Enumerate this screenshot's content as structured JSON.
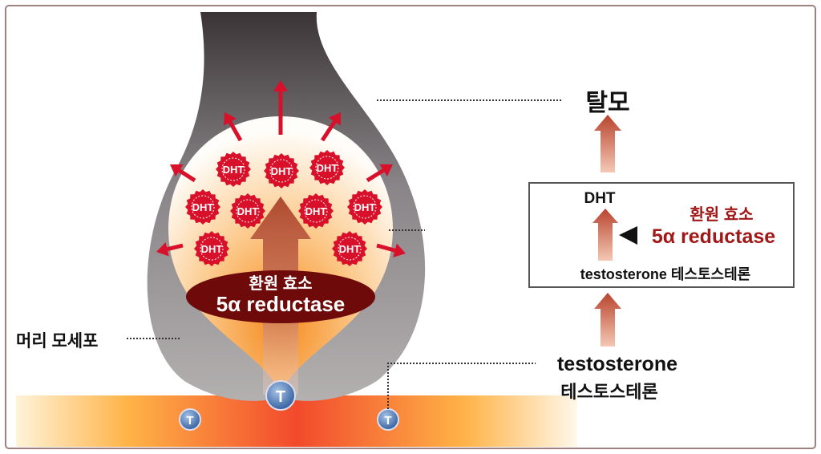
{
  "labels": {
    "hair_loss": "탈모",
    "scalp_cell": "머리 모세포",
    "enzyme_ko": "환원 효소",
    "enzyme_en": "5α reductase",
    "testosterone_en": "testosterone",
    "testosterone_ko": "테스토스테론",
    "dht": "DHT",
    "t_marker": "T"
  },
  "box": {
    "product": "DHT",
    "enzyme_ko": "환원 효소",
    "enzyme_en": "5α reductase",
    "substrate": "testosterone 테스토스테론"
  },
  "colors": {
    "accent": "#a01818",
    "arrow": "#d8102a",
    "ellipse": "#6e0a0a",
    "frame": "#a08080"
  }
}
